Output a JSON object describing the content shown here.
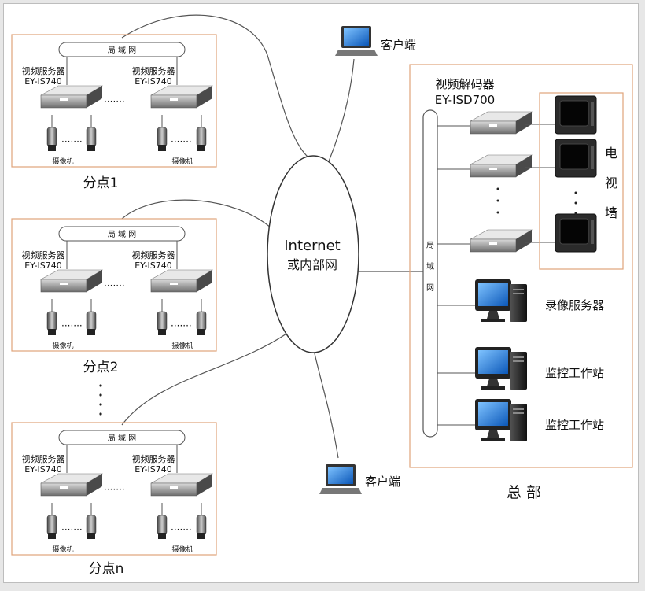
{
  "internet": {
    "line1": "Internet",
    "line2": "或内部网"
  },
  "lan_label": "局 域 网",
  "branch_server_label": "视频服务器",
  "branch_server_model": "EY-IS740",
  "camera_label": "摄像机",
  "ellipsis": "·······",
  "branches": [
    {
      "name": "分点1"
    },
    {
      "name": "分点2"
    },
    {
      "name": "分点n"
    }
  ],
  "clients": [
    {
      "label": "客户端"
    },
    {
      "label": "客户端"
    }
  ],
  "hq": {
    "name": "总 部",
    "lan_vertical": "局域网",
    "decoder_label": "视频解码器",
    "decoder_model": "EY-ISD700",
    "tv_wall_label": "电视墙",
    "computers": [
      {
        "label": "录像服务器"
      },
      {
        "label": "监控工作站"
      },
      {
        "label": "监控工作站"
      }
    ]
  },
  "colors": {
    "box_border": "#e0a37a",
    "line": "#555555",
    "screen": "#1f6fd1"
  }
}
